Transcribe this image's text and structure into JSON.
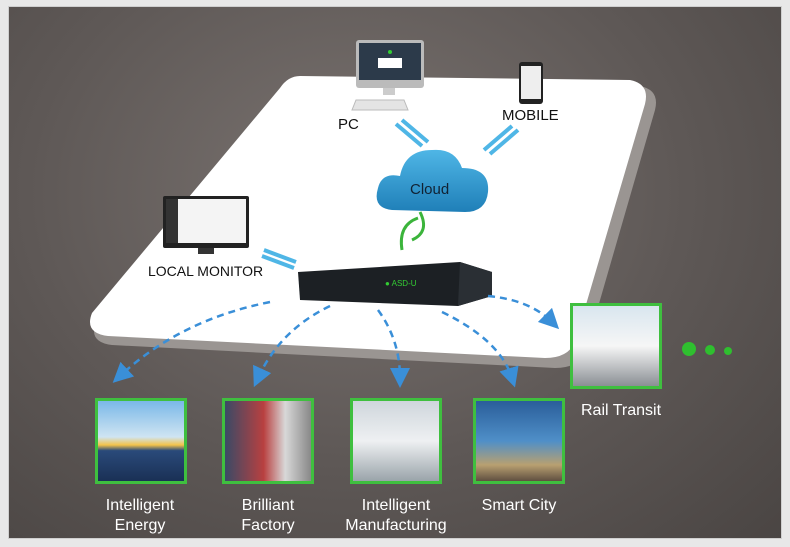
{
  "devices": {
    "pc": "PC",
    "mobile": "MOBILE",
    "cloud": "Cloud",
    "local_monitor": "LOCAL MONITOR"
  },
  "applications": [
    {
      "line1": "Intelligent",
      "line2": "Energy"
    },
    {
      "line1": "Brilliant",
      "line2": "Factory"
    },
    {
      "line1": "Intelligent",
      "line2": "Manufacturing"
    },
    {
      "line1": "Smart City",
      "line2": ""
    }
  ],
  "rail": "Rail Transit",
  "colors": {
    "tile_border": "#3fbf3f",
    "arrow": "#3a8fd8",
    "cloud": "#2e8fc8"
  }
}
